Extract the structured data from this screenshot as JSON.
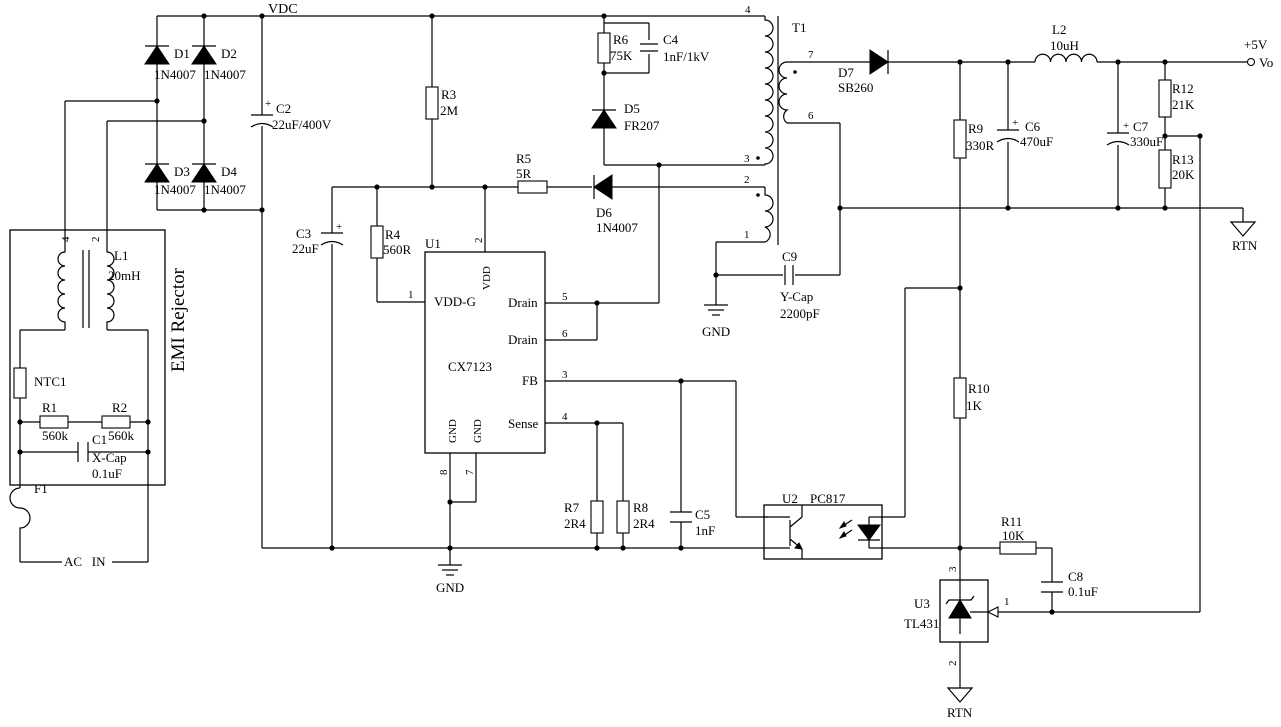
{
  "rails": {
    "vdc": "VDC",
    "vout_volt": "+5V",
    "vout_name": "Vo",
    "rtn": "RTN",
    "gnd": "GND"
  },
  "ac_in": "AC   IN",
  "emi": {
    "title": "EMI Rejector",
    "pin4": "4",
    "pin2": "2"
  },
  "parts": {
    "D1": {
      "ref": "D1",
      "val": "1N4007"
    },
    "D2": {
      "ref": "D2",
      "val": "1N4007"
    },
    "D3": {
      "ref": "D3",
      "val": "1N4007"
    },
    "D4": {
      "ref": "D4",
      "val": "1N4007"
    },
    "D5": {
      "ref": "D5",
      "val": "FR207"
    },
    "D6": {
      "ref": "D6",
      "val": "1N4007"
    },
    "D7": {
      "ref": "D7",
      "val": "SB260"
    },
    "C1": {
      "ref": "C1",
      "val": "X-Cap",
      "val2": "0.1uF"
    },
    "C2": {
      "ref": "C2",
      "val": "22uF/400V"
    },
    "C3": {
      "ref": "C3",
      "val": "22uF"
    },
    "C4": {
      "ref": "C4",
      "val": "1nF/1kV"
    },
    "C5": {
      "ref": "C5",
      "val": "1nF"
    },
    "C6": {
      "ref": "C6",
      "val": "470uF"
    },
    "C7": {
      "ref": "C7",
      "val": "330uF"
    },
    "C8": {
      "ref": "C8",
      "val": "0.1uF"
    },
    "C9": {
      "ref": "C9",
      "val": "Y-Cap",
      "val2": "2200pF"
    },
    "R1": {
      "ref": "R1",
      "val": "560k"
    },
    "R2": {
      "ref": "R2",
      "val": "560k"
    },
    "R3": {
      "ref": "R3",
      "val": "2M"
    },
    "R4": {
      "ref": "R4",
      "val": "560R"
    },
    "R5": {
      "ref": "R5",
      "val": "5R"
    },
    "R6": {
      "ref": "R6",
      "val": "75K"
    },
    "R7": {
      "ref": "R7",
      "val": "2R4"
    },
    "R8": {
      "ref": "R8",
      "val": "2R4"
    },
    "R9": {
      "ref": "R9",
      "val": "330R"
    },
    "R10": {
      "ref": "R10",
      "val": "1K"
    },
    "R11": {
      "ref": "R11",
      "val": "10K"
    },
    "R12": {
      "ref": "R12",
      "val": "21K"
    },
    "R13": {
      "ref": "R13",
      "val": "20K"
    },
    "L1": {
      "ref": "L1",
      "val": "20mH"
    },
    "L2": {
      "ref": "L2",
      "val": "10uH"
    },
    "NTC1": {
      "ref": "NTC1"
    },
    "F1": {
      "ref": "F1"
    },
    "T1": {
      "ref": "T1"
    },
    "U1": {
      "ref": "U1",
      "val": "CX7123"
    },
    "U2": {
      "ref": "U2",
      "val": "PC817"
    },
    "U3": {
      "ref": "U3",
      "val": "TL431"
    }
  },
  "u1_pins": {
    "vdd": "VDD",
    "vddg": "VDD-G",
    "drain1": "Drain",
    "drain2": "Drain",
    "fb": "FB",
    "sense": "Sense",
    "gnd1": "GND",
    "gnd2": "GND"
  },
  "pin_numbers": {
    "u1_1": "1",
    "u1_2": "2",
    "u1_3": "3",
    "u1_4": "4",
    "u1_5": "5",
    "u1_6": "6",
    "u1_7": "7",
    "u1_8": "8",
    "t1_1": "1",
    "t1_2": "2",
    "t1_3": "3",
    "t1_4": "4",
    "t1_6": "6",
    "t1_7": "7",
    "u3_1": "1",
    "u3_2": "2",
    "u3_3": "3"
  },
  "plus": "+"
}
